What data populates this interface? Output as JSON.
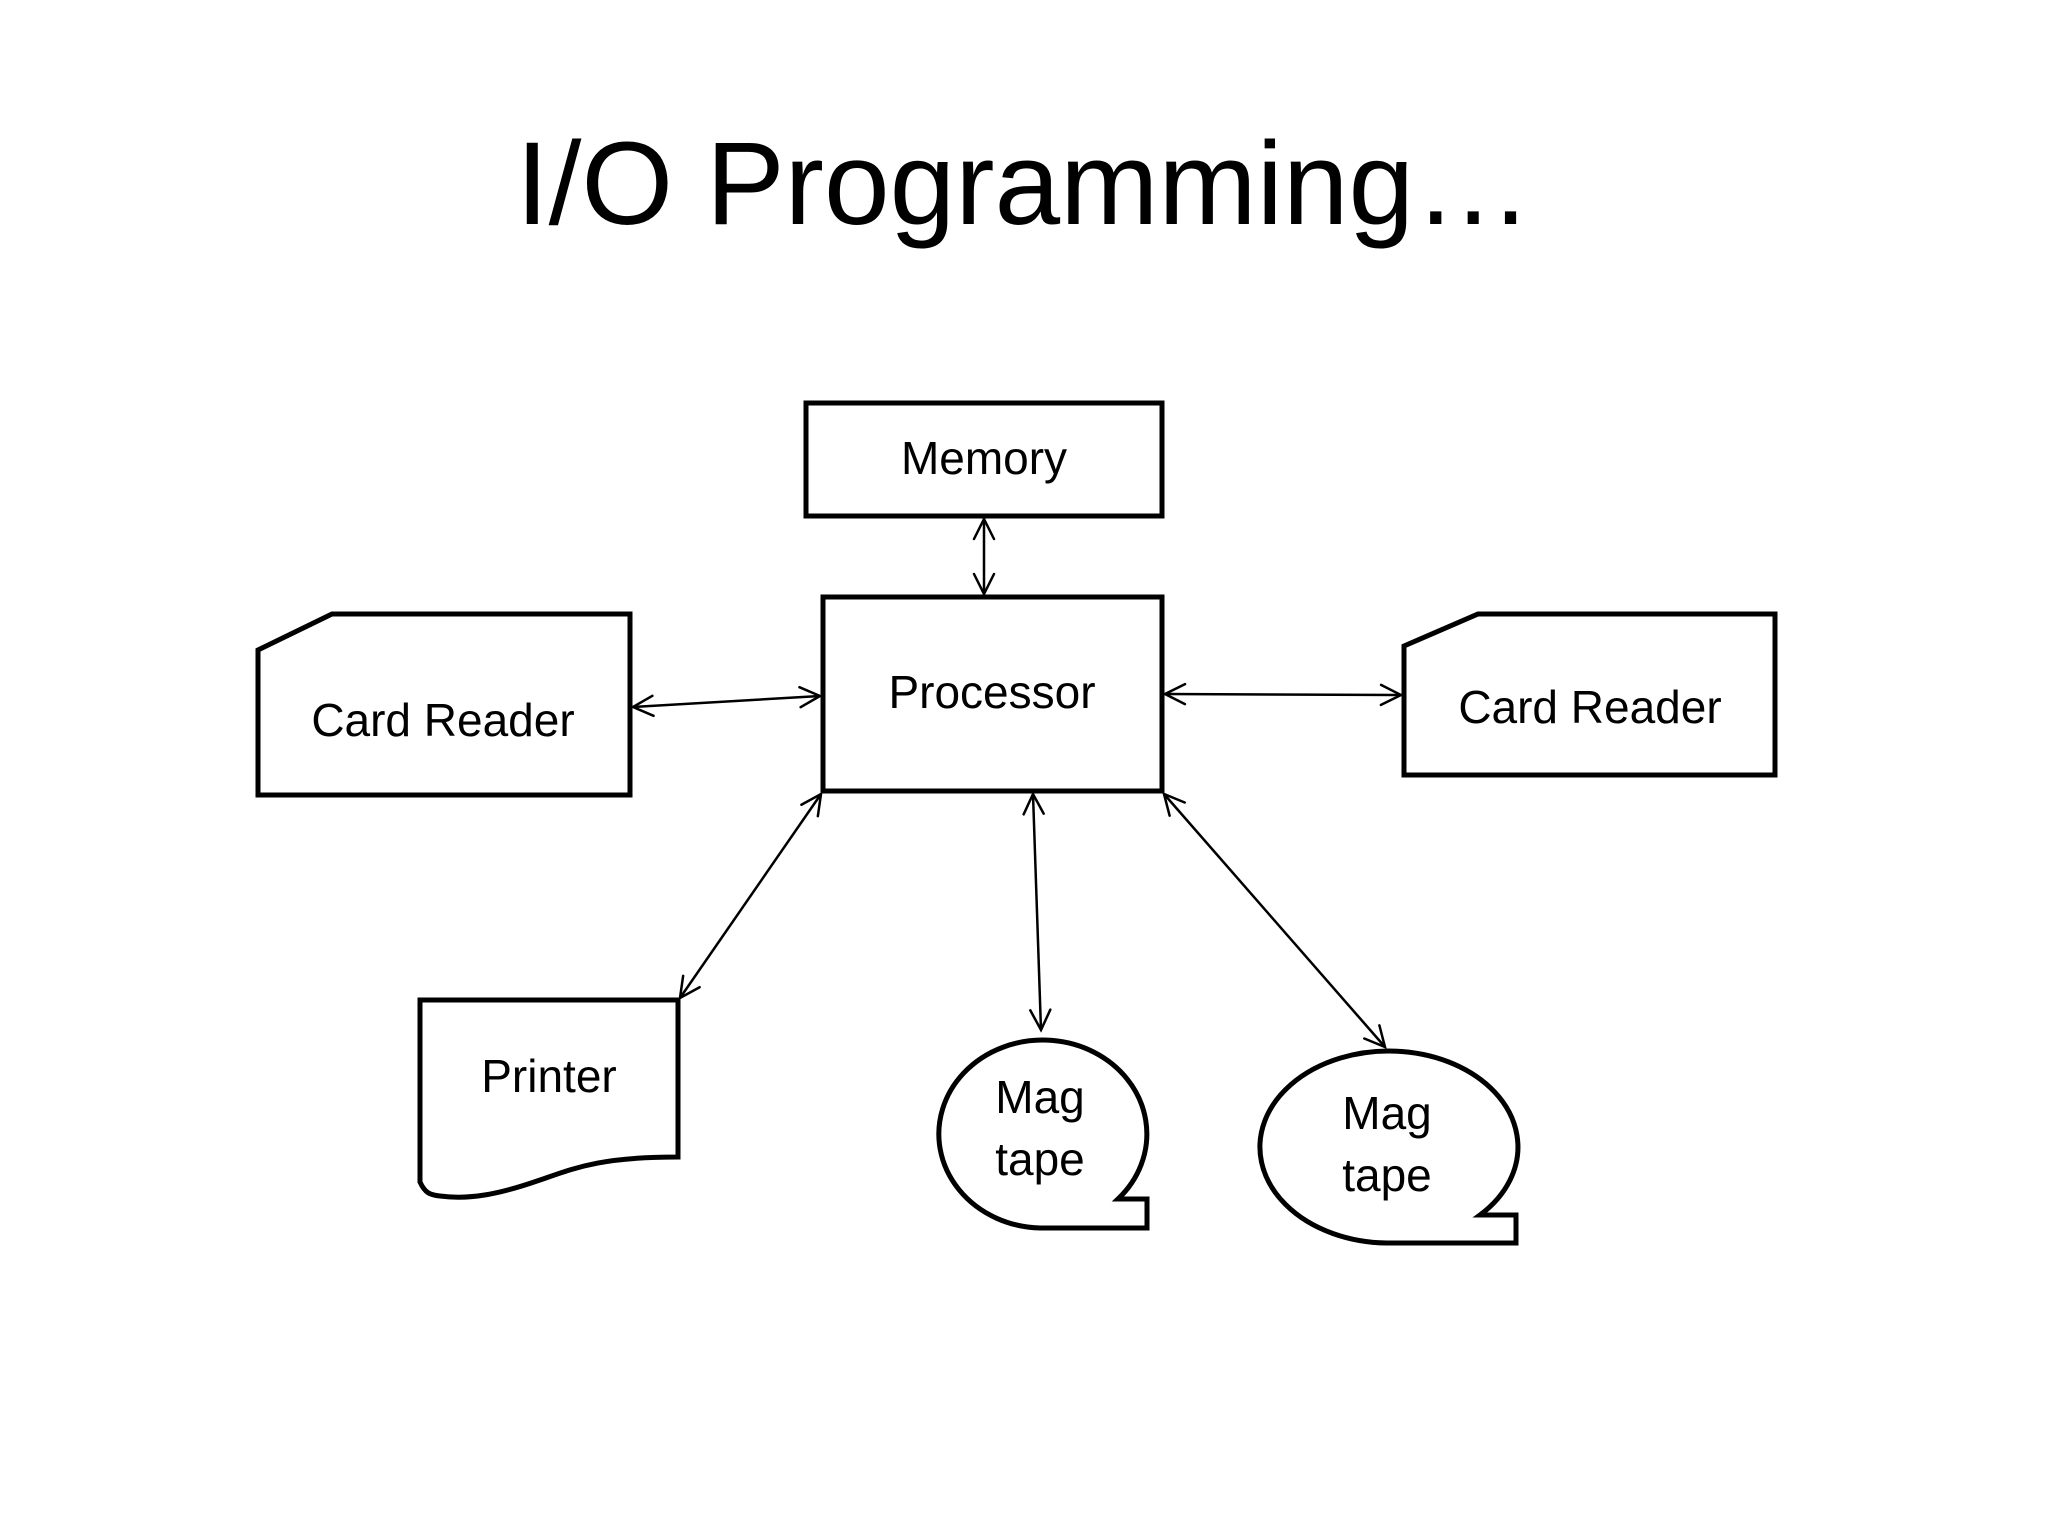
{
  "slide": {
    "title": "I/O Programming…"
  },
  "nodes": {
    "memory": {
      "label": "Memory"
    },
    "processor": {
      "label": "Processor"
    },
    "card_reader_left": {
      "label": "Card Reader"
    },
    "card_reader_right": {
      "label": "Card Reader"
    },
    "printer": {
      "label": "Printer"
    },
    "mag_tape_1": {
      "line1": "Mag",
      "line2": "tape"
    },
    "mag_tape_2": {
      "line1": "Mag",
      "line2": "tape"
    }
  },
  "edges": [
    {
      "from": "memory",
      "to": "processor",
      "bidirectional": true
    },
    {
      "from": "card_reader_left",
      "to": "processor",
      "bidirectional": true
    },
    {
      "from": "processor",
      "to": "card_reader_right",
      "bidirectional": true
    },
    {
      "from": "processor",
      "to": "printer",
      "bidirectional": true
    },
    {
      "from": "processor",
      "to": "mag_tape_1",
      "bidirectional": true
    },
    {
      "from": "processor",
      "to": "mag_tape_2",
      "bidirectional": true
    }
  ]
}
